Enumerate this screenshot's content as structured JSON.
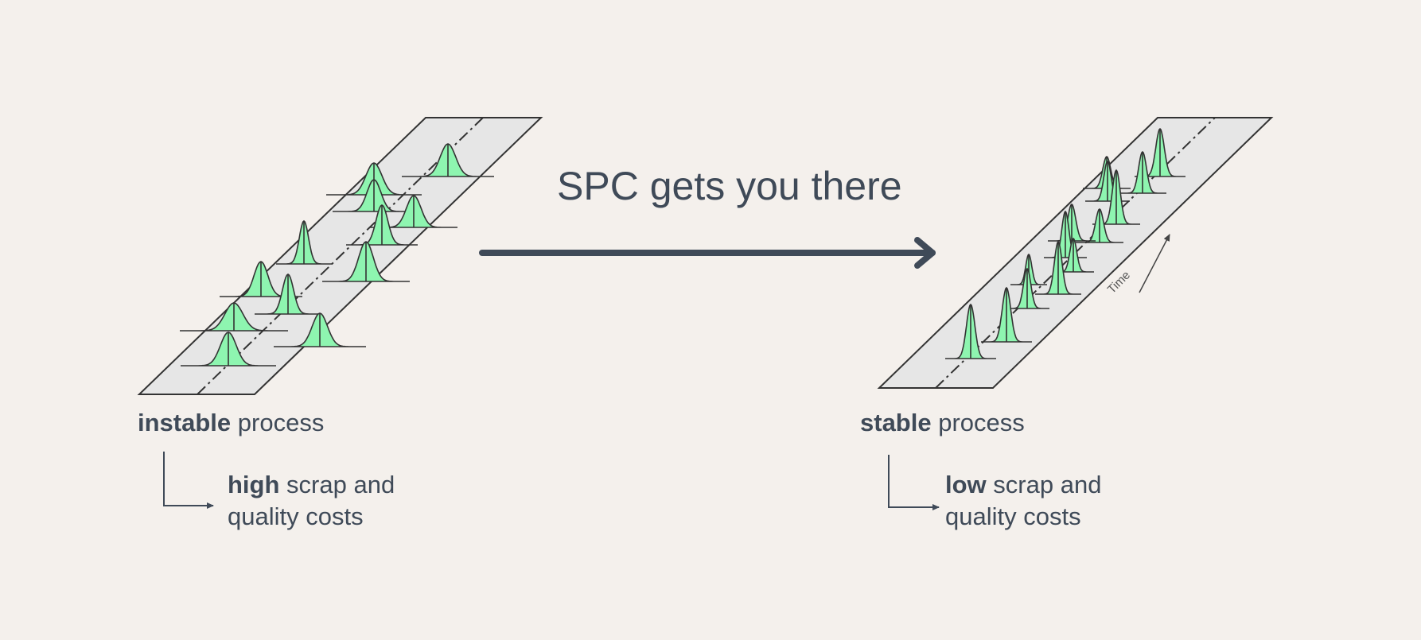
{
  "headline": "SPC gets you there",
  "time_label": "Time",
  "left": {
    "state_bold": "instable",
    "state_rest": "process",
    "outcome_bold": "high",
    "outcome_rest": "scrap and",
    "outcome_line2": "quality costs"
  },
  "right": {
    "state_bold": "stable",
    "state_rest": "process",
    "outcome_bold": "low",
    "outcome_rest": "scrap and",
    "outcome_line2": "quality costs"
  },
  "colors": {
    "background": "#f4f0ec",
    "text": "#3f4a58",
    "band": "#e6e6e6",
    "curve_fill": "#8ef5b0",
    "outline": "#333333"
  }
}
